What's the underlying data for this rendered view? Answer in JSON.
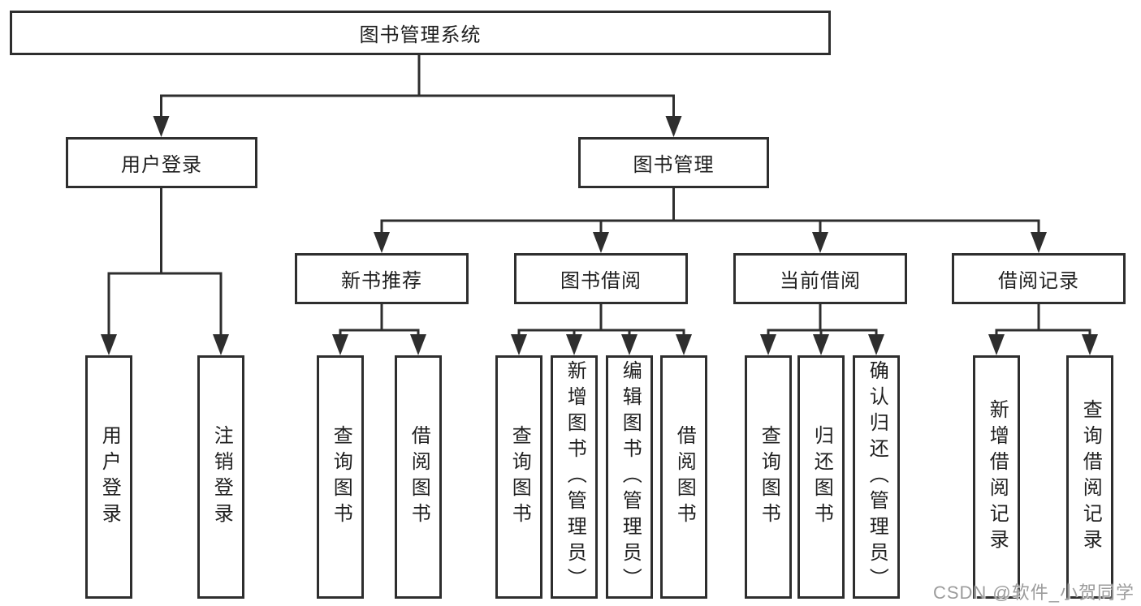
{
  "diagram": {
    "type": "hierarchy-flowchart",
    "title": "图书管理系统"
  },
  "nodes": {
    "root": {
      "label": "图书管理系统"
    },
    "user_login": {
      "label": "用户登录"
    },
    "book_mgmt": {
      "label": "图书管理"
    },
    "new_book_rec": {
      "label": "新书推荐"
    },
    "book_borrow": {
      "label": "图书借阅"
    },
    "current_borrow": {
      "label": "当前借阅"
    },
    "borrow_records": {
      "label": "借阅记录"
    },
    "leaf_user_login": {
      "label": "用户登录"
    },
    "leaf_logout": {
      "label": "注销登录"
    },
    "leaf_query_1": {
      "label": "查询图书"
    },
    "leaf_borrow_1": {
      "label": "借阅图书"
    },
    "leaf_query_2": {
      "label": "查询图书"
    },
    "leaf_add_book": {
      "label": "新增图书（管理员）"
    },
    "leaf_edit_book": {
      "label": "编辑图书（管理员）"
    },
    "leaf_borrow_2": {
      "label": "借阅图书"
    },
    "leaf_query_3": {
      "label": "查询图书"
    },
    "leaf_return_book": {
      "label": "归还图书"
    },
    "leaf_confirm_return": {
      "label": "确认归还（管理员）"
    },
    "leaf_add_record": {
      "label": "新增借阅记录"
    },
    "leaf_query_record": {
      "label": "查询借阅记录"
    }
  },
  "tree": {
    "label": "图书管理系统",
    "children": [
      {
        "label": "用户登录",
        "children": [
          {
            "label": "用户登录"
          },
          {
            "label": "注销登录"
          }
        ]
      },
      {
        "label": "图书管理",
        "children": [
          {
            "label": "新书推荐",
            "children": [
              {
                "label": "查询图书"
              },
              {
                "label": "借阅图书"
              }
            ]
          },
          {
            "label": "图书借阅",
            "children": [
              {
                "label": "查询图书"
              },
              {
                "label": "新增图书（管理员）"
              },
              {
                "label": "编辑图书（管理员）"
              },
              {
                "label": "借阅图书"
              }
            ]
          },
          {
            "label": "当前借阅",
            "children": [
              {
                "label": "查询图书"
              },
              {
                "label": "归还图书"
              },
              {
                "label": "确认归还（管理员）"
              }
            ]
          },
          {
            "label": "借阅记录",
            "children": [
              {
                "label": "新增借阅记录"
              },
              {
                "label": "查询借阅记录"
              }
            ]
          }
        ]
      }
    ]
  },
  "watermark": {
    "text": "CSDN @软件_小贺同学",
    "color": "#9c9c9c"
  },
  "colors": {
    "background": "#ffffff",
    "line": "#2e2e2e",
    "box_border": "#2e2e2e",
    "text": "#1f1f1f"
  }
}
